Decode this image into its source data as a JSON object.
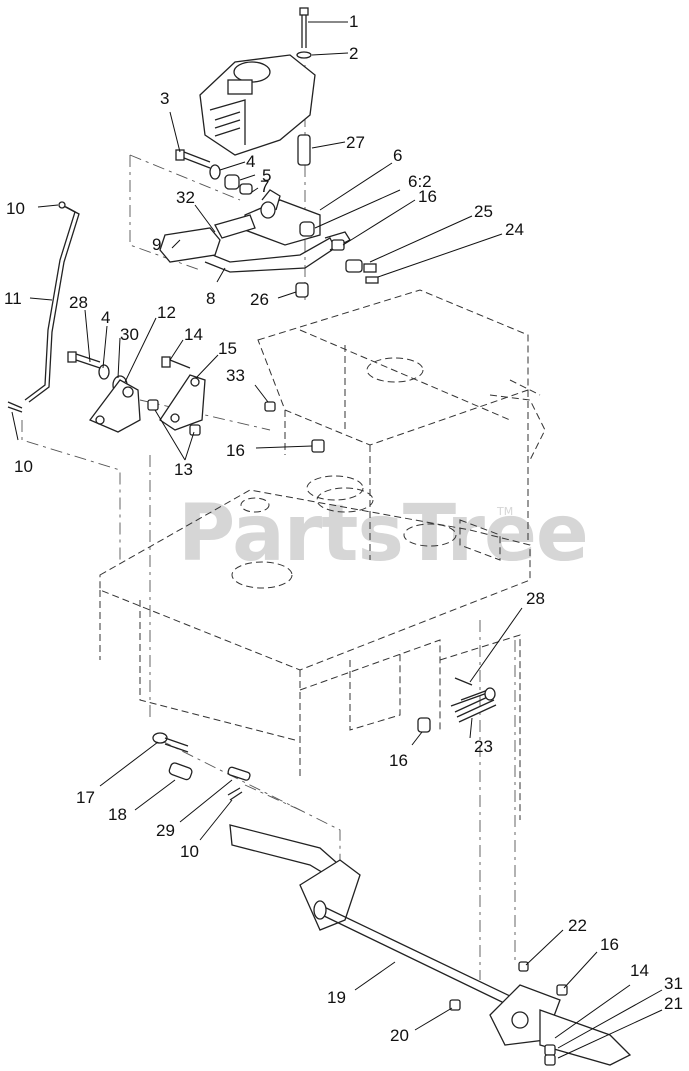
{
  "watermark": {
    "text": "PartsTree",
    "tm": "TM"
  },
  "callouts": [
    {
      "id": "c1",
      "label": "1"
    },
    {
      "id": "c2",
      "label": "2"
    },
    {
      "id": "c3",
      "label": "3"
    },
    {
      "id": "c4a",
      "label": "4"
    },
    {
      "id": "c5",
      "label": "5"
    },
    {
      "id": "c27",
      "label": "27"
    },
    {
      "id": "c6",
      "label": "6"
    },
    {
      "id": "c62",
      "label": "6:2"
    },
    {
      "id": "c7",
      "label": "7"
    },
    {
      "id": "c32",
      "label": "32"
    },
    {
      "id": "c16a",
      "label": "16"
    },
    {
      "id": "c25",
      "label": "25"
    },
    {
      "id": "c24",
      "label": "24"
    },
    {
      "id": "c10a",
      "label": "10"
    },
    {
      "id": "c9",
      "label": "9"
    },
    {
      "id": "c8",
      "label": "8"
    },
    {
      "id": "c26",
      "label": "26"
    },
    {
      "id": "c11",
      "label": "11"
    },
    {
      "id": "c28a",
      "label": "28"
    },
    {
      "id": "c4b",
      "label": "4"
    },
    {
      "id": "c30",
      "label": "30"
    },
    {
      "id": "c12",
      "label": "12"
    },
    {
      "id": "c14a",
      "label": "14"
    },
    {
      "id": "c15",
      "label": "15"
    },
    {
      "id": "c33",
      "label": "33"
    },
    {
      "id": "c10b",
      "label": "10"
    },
    {
      "id": "c13",
      "label": "13"
    },
    {
      "id": "c16b",
      "label": "16"
    },
    {
      "id": "c28b",
      "label": "28"
    },
    {
      "id": "c16c",
      "label": "16"
    },
    {
      "id": "c23",
      "label": "23"
    },
    {
      "id": "c17",
      "label": "17"
    },
    {
      "id": "c18",
      "label": "18"
    },
    {
      "id": "c29",
      "label": "29"
    },
    {
      "id": "c10c",
      "label": "10"
    },
    {
      "id": "c22",
      "label": "22"
    },
    {
      "id": "c16d",
      "label": "16"
    },
    {
      "id": "c14b",
      "label": "14"
    },
    {
      "id": "c31",
      "label": "31"
    },
    {
      "id": "c19",
      "label": "19"
    },
    {
      "id": "c21",
      "label": "21"
    },
    {
      "id": "c20",
      "label": "20"
    }
  ]
}
